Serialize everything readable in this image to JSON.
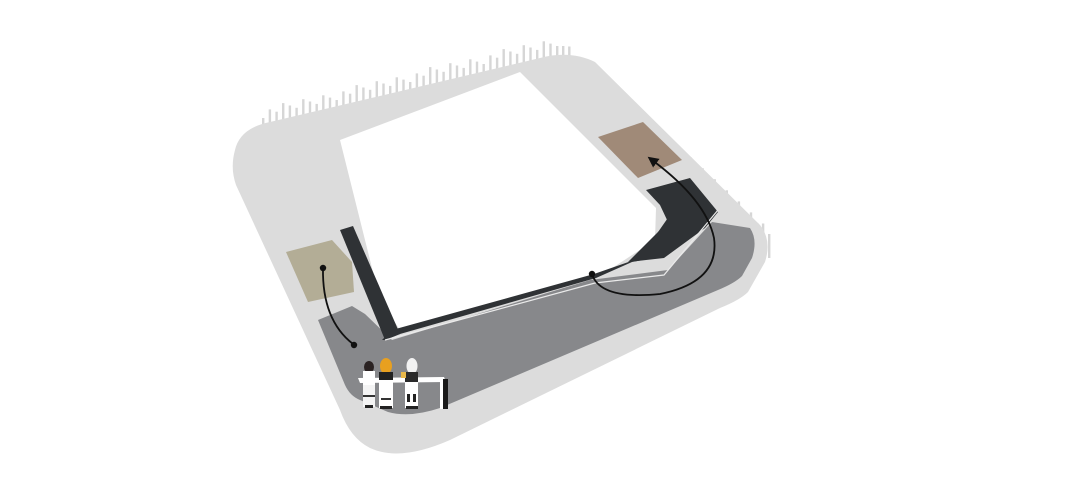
{
  "diagram": {
    "type": "architectural-axonometric-plan",
    "background": "#ffffff",
    "colors": {
      "outer_platform": "#dcdcdc",
      "fence": "#d6d6d6",
      "central_block": "#ffffff",
      "dark_path": "#2f3235",
      "gray_zone": "#87888b",
      "left_pad": "#b3ad96",
      "right_pad": "#a08a78",
      "arrow": "#111111",
      "counter": "#ffffff",
      "counter_shadow": "#1a1a1a",
      "hair_orange": "#e8a020",
      "hair_dark": "#2a2222",
      "hair_white": "#f2f2f2"
    },
    "elements": {
      "outer_platform": "Rounded square platform (light gray)",
      "fence": "Vertical fence slats along back edges",
      "central_block": "White central square volume",
      "dark_path": "Dark L-shaped walkway",
      "gray_zone": "Mid-gray ground zone along front",
      "left_pad": "Beige square pad (left)",
      "right_pad": "Brown square pad (right)",
      "arrow_left": "Curved arrow from left pad to gray zone",
      "arrow_right": "Curved arrow from walkway to right pad",
      "counter": "White bar counter with three seated figures"
    },
    "figures": [
      {
        "hair": "dark"
      },
      {
        "hair": "orange"
      },
      {
        "hair": "white"
      }
    ]
  }
}
